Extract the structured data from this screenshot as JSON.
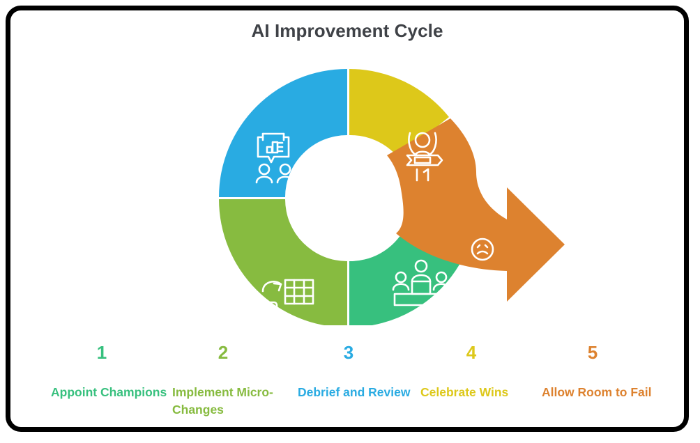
{
  "title": "AI Improvement Cycle",
  "colors": {
    "step1": "#37c07e",
    "step2": "#87bb40",
    "step3": "#29abe2",
    "step4": "#ddc81a",
    "step5": "#dd822f",
    "title": "#3f4247",
    "card_border": "#000000",
    "background": "#ffffff",
    "icon": "#ffffff"
  },
  "chart_data": {
    "type": "pie",
    "title": "AI Improvement Cycle",
    "subtype": "donut-cycle-with-exit-arrow",
    "categories": [
      "Appoint Champions",
      "Implement Micro-Changes",
      "Debrief and Review",
      "Celebrate Wins",
      "Allow Room to Fail"
    ],
    "values": [
      25,
      25,
      25,
      20,
      20
    ],
    "legend_position": "bottom",
    "segments": [
      {
        "number": "1",
        "label": "Appoint Champions",
        "color": "#37c07e",
        "icon": "podium-winners-icon",
        "start_angle": 90,
        "end_angle": 160,
        "position": "bottom-right"
      },
      {
        "number": "2",
        "label": "Implement Micro-Changes",
        "color": "#87bb40",
        "icon": "mobile-to-spreadsheet-icon",
        "start_angle": 160,
        "end_angle": 270,
        "position": "bottom-left"
      },
      {
        "number": "3",
        "label": "Debrief and Review",
        "color": "#29abe2",
        "icon": "presentation-feedback-icon",
        "start_angle": 270,
        "end_angle": 360,
        "position": "top-left"
      },
      {
        "number": "4",
        "label": "Celebrate Wins",
        "color": "#ddc81a",
        "icon": "celebration-banner-icon",
        "start_angle": 0,
        "end_angle": 52,
        "position": "top-right"
      },
      {
        "number": "5",
        "label": "Allow Room to Fail",
        "color": "#dd822f",
        "icon": "sad-person-blocks-icon",
        "start_angle": 52,
        "end_angle": 90,
        "position": "right-exit-arrow"
      }
    ]
  },
  "legend": [
    {
      "number": "1",
      "label": "Appoint Champions",
      "color": "#37c07e"
    },
    {
      "number": "2",
      "label": "Implement Micro-Changes",
      "color": "#87bb40"
    },
    {
      "number": "3",
      "label": "Debrief and Review",
      "color": "#29abe2"
    },
    {
      "number": "4",
      "label": "Celebrate Wins",
      "color": "#ddc81a"
    },
    {
      "number": "5",
      "label": "Allow Room to Fail",
      "color": "#dd822f"
    }
  ]
}
